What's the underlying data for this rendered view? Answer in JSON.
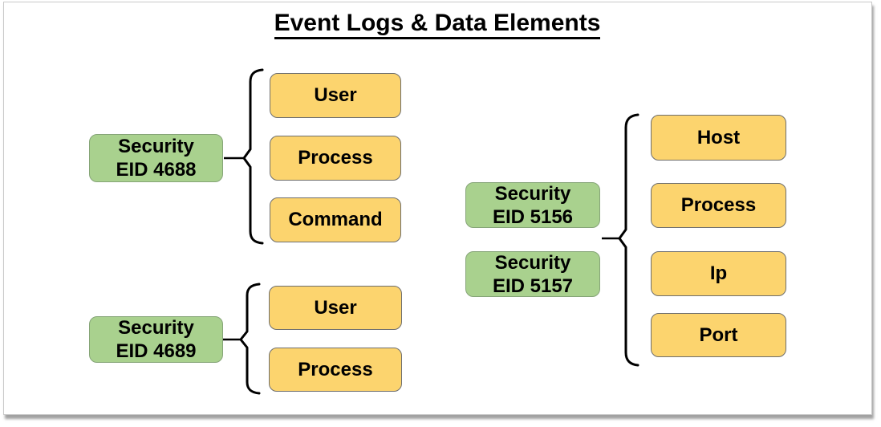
{
  "title": "Event Logs & Data Elements",
  "groups": {
    "eid4688": {
      "source": {
        "line1": "Security",
        "line2": "EID 4688"
      },
      "elements": [
        "User",
        "Process",
        "Command"
      ]
    },
    "eid4689": {
      "source": {
        "line1": "Security",
        "line2": "EID 4689"
      },
      "elements": [
        "User",
        "Process"
      ]
    },
    "eid515x": {
      "sources": [
        {
          "line1": "Security",
          "line2": "EID 5156"
        },
        {
          "line1": "Security",
          "line2": "EID 5157"
        }
      ],
      "elements": [
        "Host",
        "Process",
        "Ip",
        "Port"
      ]
    }
  },
  "colors": {
    "event_log_fill": "#A9D18E",
    "event_log_border": "#85A477",
    "data_element_fill": "#FCD46E",
    "data_element_border": "#6E6E6E",
    "connector": "#000000"
  }
}
